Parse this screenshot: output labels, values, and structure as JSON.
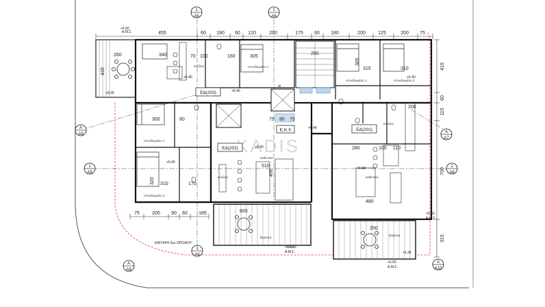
{
  "floor_title": "ΚΑΤΟΨΗ 2ου ΟΡΟΦΟΥ",
  "watermark": "KADIS",
  "apartments": {
    "a203": "ΕΔ(203)",
    "a202": "ΕΔ(202)",
    "a201": "ΕΔ(201)",
    "stair_box": "Ε.Κ.Χ"
  },
  "levels": {
    "top_left": "+6.50",
    "top_left_ams": "A.M.Σ.",
    "lvl_640": "+6.40",
    "lvl_635": "+6.35",
    "bottom_mid": "+6.50",
    "bottom_mid_ams": "A.M.Σ.",
    "right_mid": "+6.50",
    "right_mid_ams": "A.M.Σ.",
    "bottom_right": "+6.50",
    "bottom_right_ams": "A.M.Σ."
  },
  "top_dims": [
    "455",
    "60",
    "190",
    "60",
    "120",
    "200",
    "175",
    "60",
    "180",
    "200",
    "125",
    "200",
    "75"
  ],
  "bottom_dims": [
    "75",
    "200",
    "90",
    "60",
    "185"
  ],
  "right_dims": [
    "415",
    "60",
    "115",
    "700",
    "315"
  ],
  "section_marks": {
    "top1": "1",
    "top1s": "A5",
    "top2": "1",
    "top2s": "A6",
    "left": "1",
    "lefts": "A5",
    "right": "1",
    "rights": "A6",
    "leftA": "A",
    "leftAs": "A9",
    "rightA": "A",
    "rightAs": "A7",
    "botA": "A",
    "botAs": "A9",
    "botB": "A",
    "botBs": "A10",
    "bot1": "1",
    "bot1s": "A6"
  },
  "room_dims": {
    "d260": "260",
    "d340": "340",
    "d420": "420",
    "d70": "70",
    "d100": "100",
    "d160": "160",
    "d305a": "305",
    "d250": "250",
    "d305b": "305",
    "d315": "315",
    "d310": "310",
    "d300": "300",
    "d170": "170",
    "d310b": "310",
    "d320": "320",
    "d510": "510",
    "d400": "400",
    "d110": "110",
    "d280": "280",
    "d100b": "100",
    "d480": "480",
    "d665": "665",
    "d350": "350",
    "d75": "75",
    "d80": "80",
    "d75b": "75",
    "d200": "200",
    "d60": "60"
  },
  "room_labels": {
    "r1": "κουζίνα",
    "r2": "υπνοδωμάτιο 1",
    "r3": "υπνοδωμάτιο 1",
    "r4": "υπνοδωμάτιο 2",
    "r5": "υπνοδωμάτιο 1",
    "r6": "υπνοδωμάτιο 2",
    "r7": "καθιστικό",
    "r8": "κουζίνα",
    "r9": "καθιστικό",
    "r10": "κουζίνα",
    "r11": "βεράντα",
    "r12": "βεράντα",
    "r13": "lift"
  }
}
